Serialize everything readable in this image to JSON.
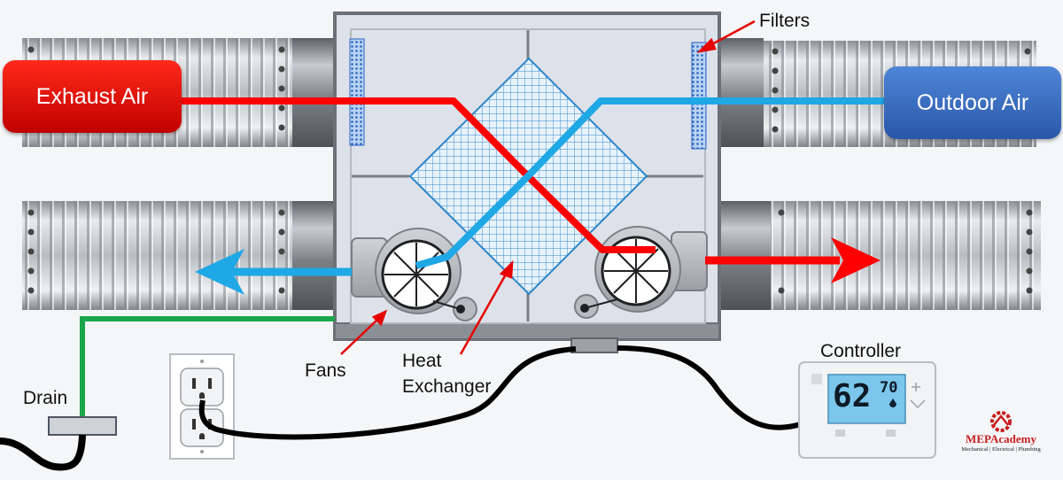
{
  "labels": {
    "exhaust_air": "Exhaust Air",
    "outdoor_air": "Outdoor Air",
    "filters": "Filters",
    "fans": "Fans",
    "heat_exchanger_line1": "Heat",
    "heat_exchanger_line2": "Exchanger",
    "controller": "Controller",
    "drain": "Drain"
  },
  "thermostat": {
    "temperature": "62",
    "setpoint": "70"
  },
  "brand": {
    "name": "MEPAcademy",
    "tagline": "Mechanical | Electrical | Plumbing"
  },
  "colors": {
    "exhaust": "#ff0000",
    "outdoor": "#1fa8e6",
    "drain_pipe": "#1aa64a",
    "pointer": "#e60000",
    "cabinet": "#dde2ea",
    "label_exhaust_bg": "#e00000",
    "label_outdoor_bg": "#3a6fc4"
  }
}
